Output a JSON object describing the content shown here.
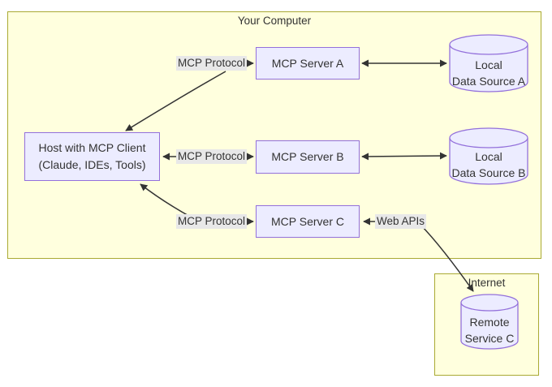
{
  "clusters": {
    "your_computer": {
      "label": "Your Computer"
    },
    "internet": {
      "label": "Internet"
    }
  },
  "nodes": {
    "host": {
      "line1": "Host with MCP Client",
      "line2": "(Claude, IDEs, Tools)"
    },
    "server_a": {
      "label": "MCP Server A"
    },
    "server_b": {
      "label": "MCP Server B"
    },
    "server_c": {
      "label": "MCP Server C"
    },
    "local_a": {
      "line1": "Local",
      "line2": "Data Source A"
    },
    "local_b": {
      "line1": "Local",
      "line2": "Data Source B"
    },
    "remote_c": {
      "line1": "Remote",
      "line2": "Service C"
    }
  },
  "edge_labels": {
    "protocol_a": "MCP Protocol",
    "protocol_b": "MCP Protocol",
    "protocol_c": "MCP Protocol",
    "web_apis": "Web APIs"
  },
  "edges": [
    {
      "from": "Host with MCP Client",
      "to": "MCP Server A",
      "label": "MCP Protocol",
      "direction": "two-way"
    },
    {
      "from": "Host with MCP Client",
      "to": "MCP Server B",
      "label": "MCP Protocol",
      "direction": "two-way"
    },
    {
      "from": "Host with MCP Client",
      "to": "MCP Server C",
      "label": "MCP Protocol",
      "direction": "two-way"
    },
    {
      "from": "MCP Server A",
      "to": "Local Data Source A",
      "label": "",
      "direction": "two-way"
    },
    {
      "from": "MCP Server B",
      "to": "Local Data Source B",
      "label": "",
      "direction": "two-way"
    },
    {
      "from": "MCP Server C",
      "to": "Remote Service C",
      "label": "Web APIs",
      "direction": "two-way"
    }
  ],
  "colors": {
    "cluster_fill": "#ffffde",
    "cluster_border": "#aaaa33",
    "node_fill": "#ececff",
    "node_border": "#9370db",
    "edge_label_bg": "#e8e8e8",
    "arrow": "#333333",
    "text": "#333333"
  }
}
